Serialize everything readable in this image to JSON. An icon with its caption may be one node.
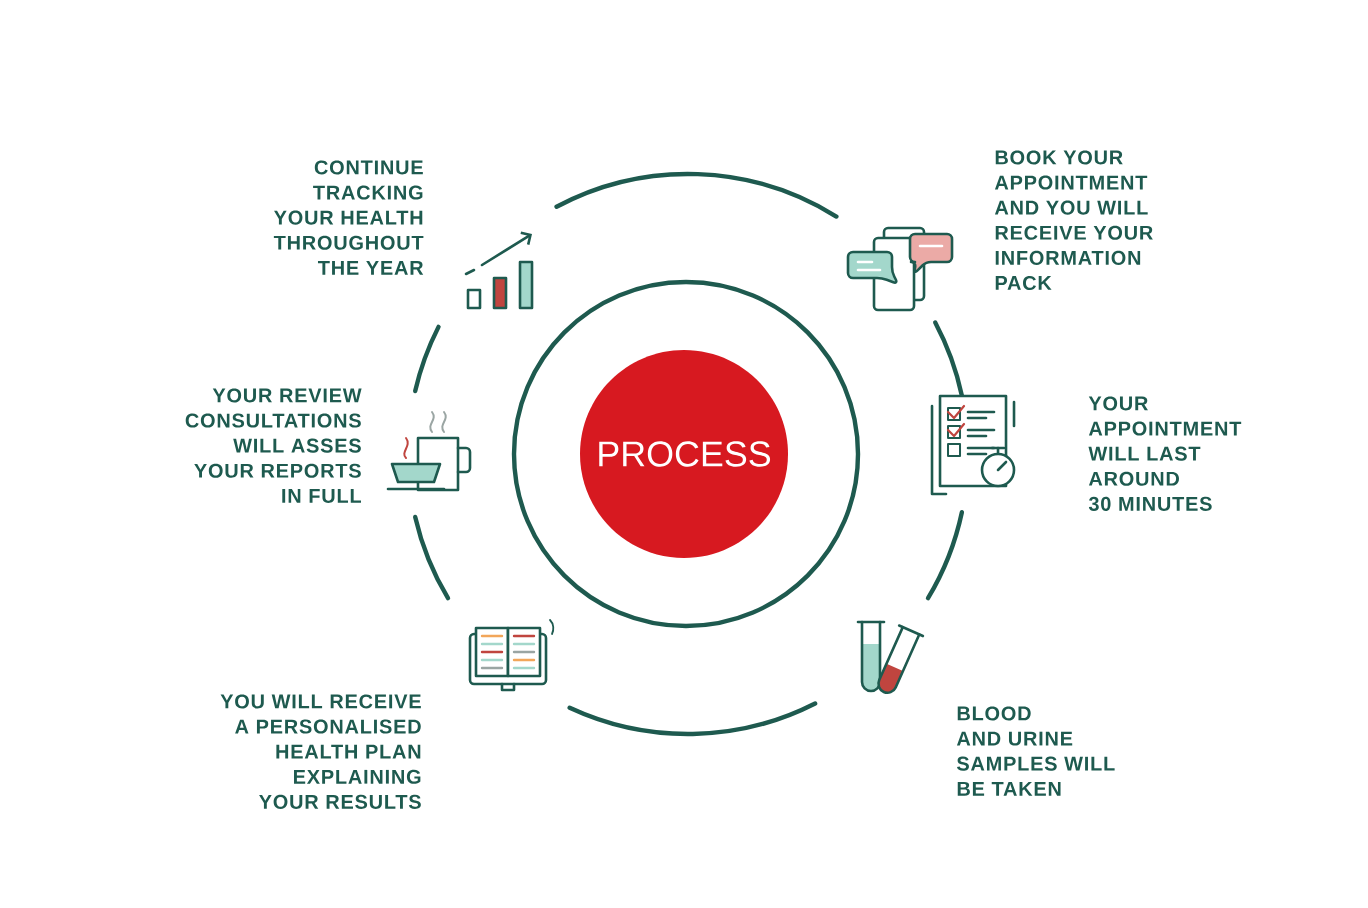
{
  "diagram": {
    "nodes": [
      {
        "text": [
          "PROCESS"
        ]
      }
    ],
    "labels": [
      "CONTINUE TRACKING YOUR HEALTH THROUGHOUT THE YEAR",
      "BOOK YOUR APPOINTMENT AND YOU WILL RECEIVE YOUR INFORMATION PACK",
      "YOUR REVIEW CONSULTATIONS WILL ASSES YOUR REPORTS IN FULL",
      "YOUR APPOINTMENT WILL LAST AROUND 30 MINUTES",
      "YOU WILL RECEIVE A PERSONALISED HEALTH PLAN EXPLAINING YOUR RESULTS",
      "BLOOD AND URINE SAMPLES WILL BE TAKEN"
    ]
  }
}
